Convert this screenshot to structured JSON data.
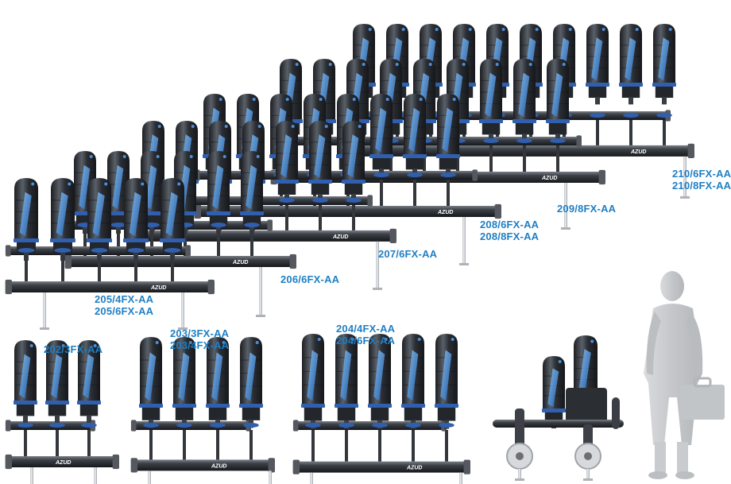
{
  "colors": {
    "label": "#1f7fc4",
    "filter_body": "#2a2d33",
    "filter_highlight": "#6a7079",
    "stripe": "#2f78c8",
    "stripe_light": "#7ab6ee",
    "pipe": "#3a3d42",
    "blue_ring": "#2f5fae",
    "silhouette": "#cfd1d3"
  },
  "brand": "AZUD",
  "labels": {
    "m210": [
      "210/6FX-AA",
      "210/8FX-AA"
    ],
    "m209": [
      "209/8FX-AA"
    ],
    "m208": [
      "208/6FX-AA",
      "208/8FX-AA"
    ],
    "m207": [
      "207/6FX-AA"
    ],
    "m206": [
      "206/6FX-AA"
    ],
    "m205": [
      "205/4FX-AA",
      "205/6FX-AA"
    ],
    "m202": [
      "202/3FX-AA"
    ],
    "m203": [
      "203/3FX-AA",
      "203/4FX-AA"
    ],
    "m204": [
      "204/4FX-AA",
      "204/6FX-AA"
    ]
  },
  "assemblies": [
    {
      "model": "210",
      "filters": 10
    },
    {
      "model": "209",
      "filters": 9
    },
    {
      "model": "208",
      "filters": 8
    },
    {
      "model": "207",
      "filters": 7
    },
    {
      "model": "206",
      "filters": 6
    },
    {
      "model": "205",
      "filters": 5
    },
    {
      "model": "202",
      "filters": 3
    },
    {
      "model": "203",
      "filters": 4
    },
    {
      "model": "204",
      "filters": 5
    },
    {
      "model": "single",
      "filters": 2
    }
  ],
  "figure": "human-silhouette"
}
